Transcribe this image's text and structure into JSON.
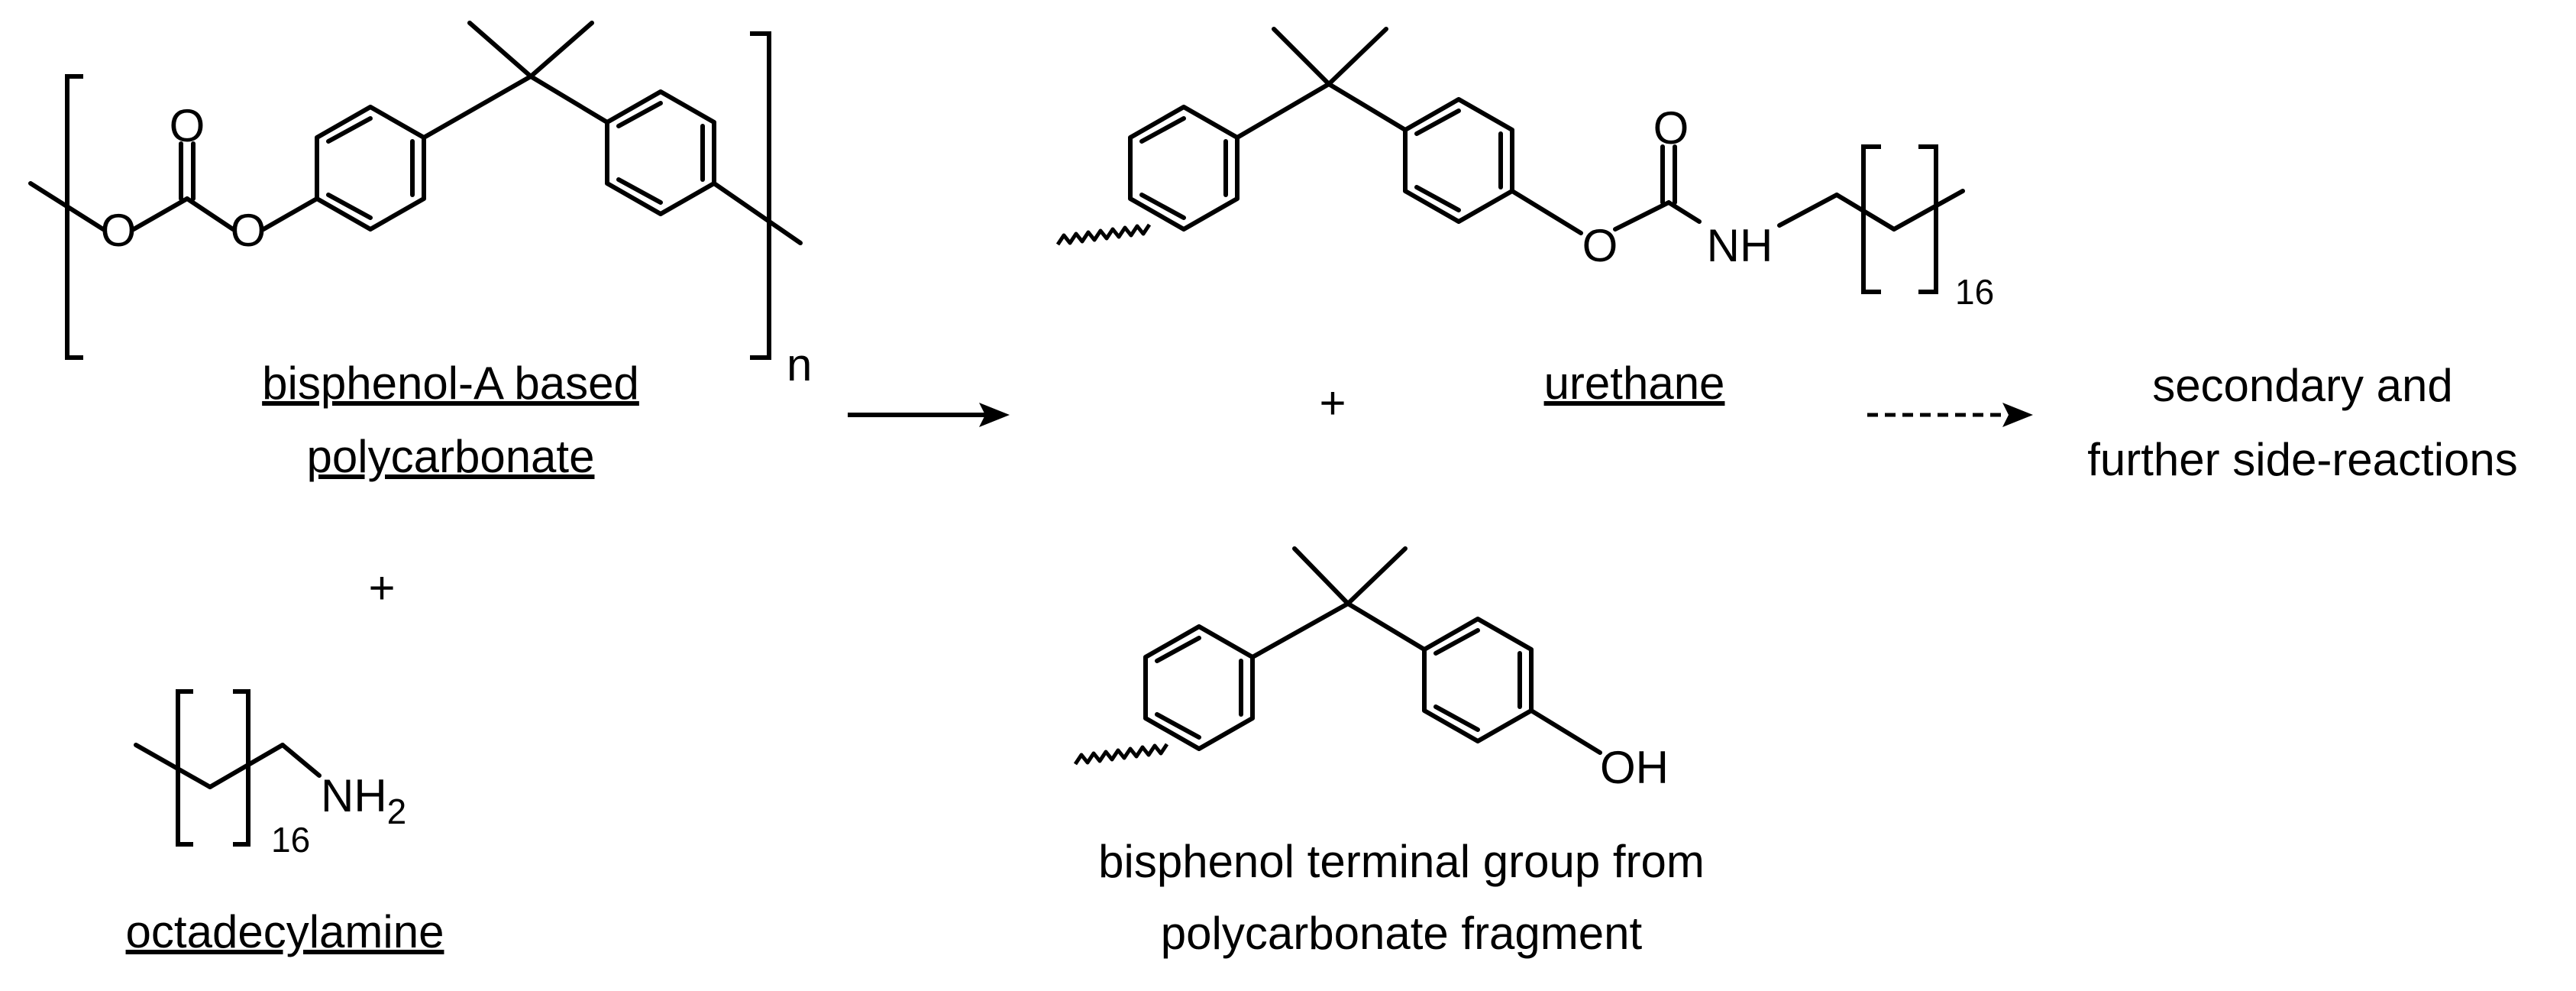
{
  "reactant_polymer": {
    "name_line1": "bisphenol-A based",
    "name_line2": "polycarbonate",
    "atom_o1": "O",
    "atom_o2": "O",
    "atom_o3": "O",
    "repeat_subscript": "n"
  },
  "reactant_amine": {
    "name": "octadecylamine",
    "amine_group": "NH",
    "amine_subscript": "2",
    "repeat_count": "16"
  },
  "plus_reactants": "+",
  "plus_products": "+",
  "product_urethane": {
    "name": "urethane",
    "atom_o1": "O",
    "atom_o2": "O",
    "atom_nh": "NH",
    "repeat_count": "16"
  },
  "product_bisphenol": {
    "name_line1": "bisphenol terminal group from",
    "name_line2": "polycarbonate fragment",
    "hydroxyl": "OH"
  },
  "side_reactions": {
    "line1": "secondary and",
    "line2": "further side-reactions"
  }
}
